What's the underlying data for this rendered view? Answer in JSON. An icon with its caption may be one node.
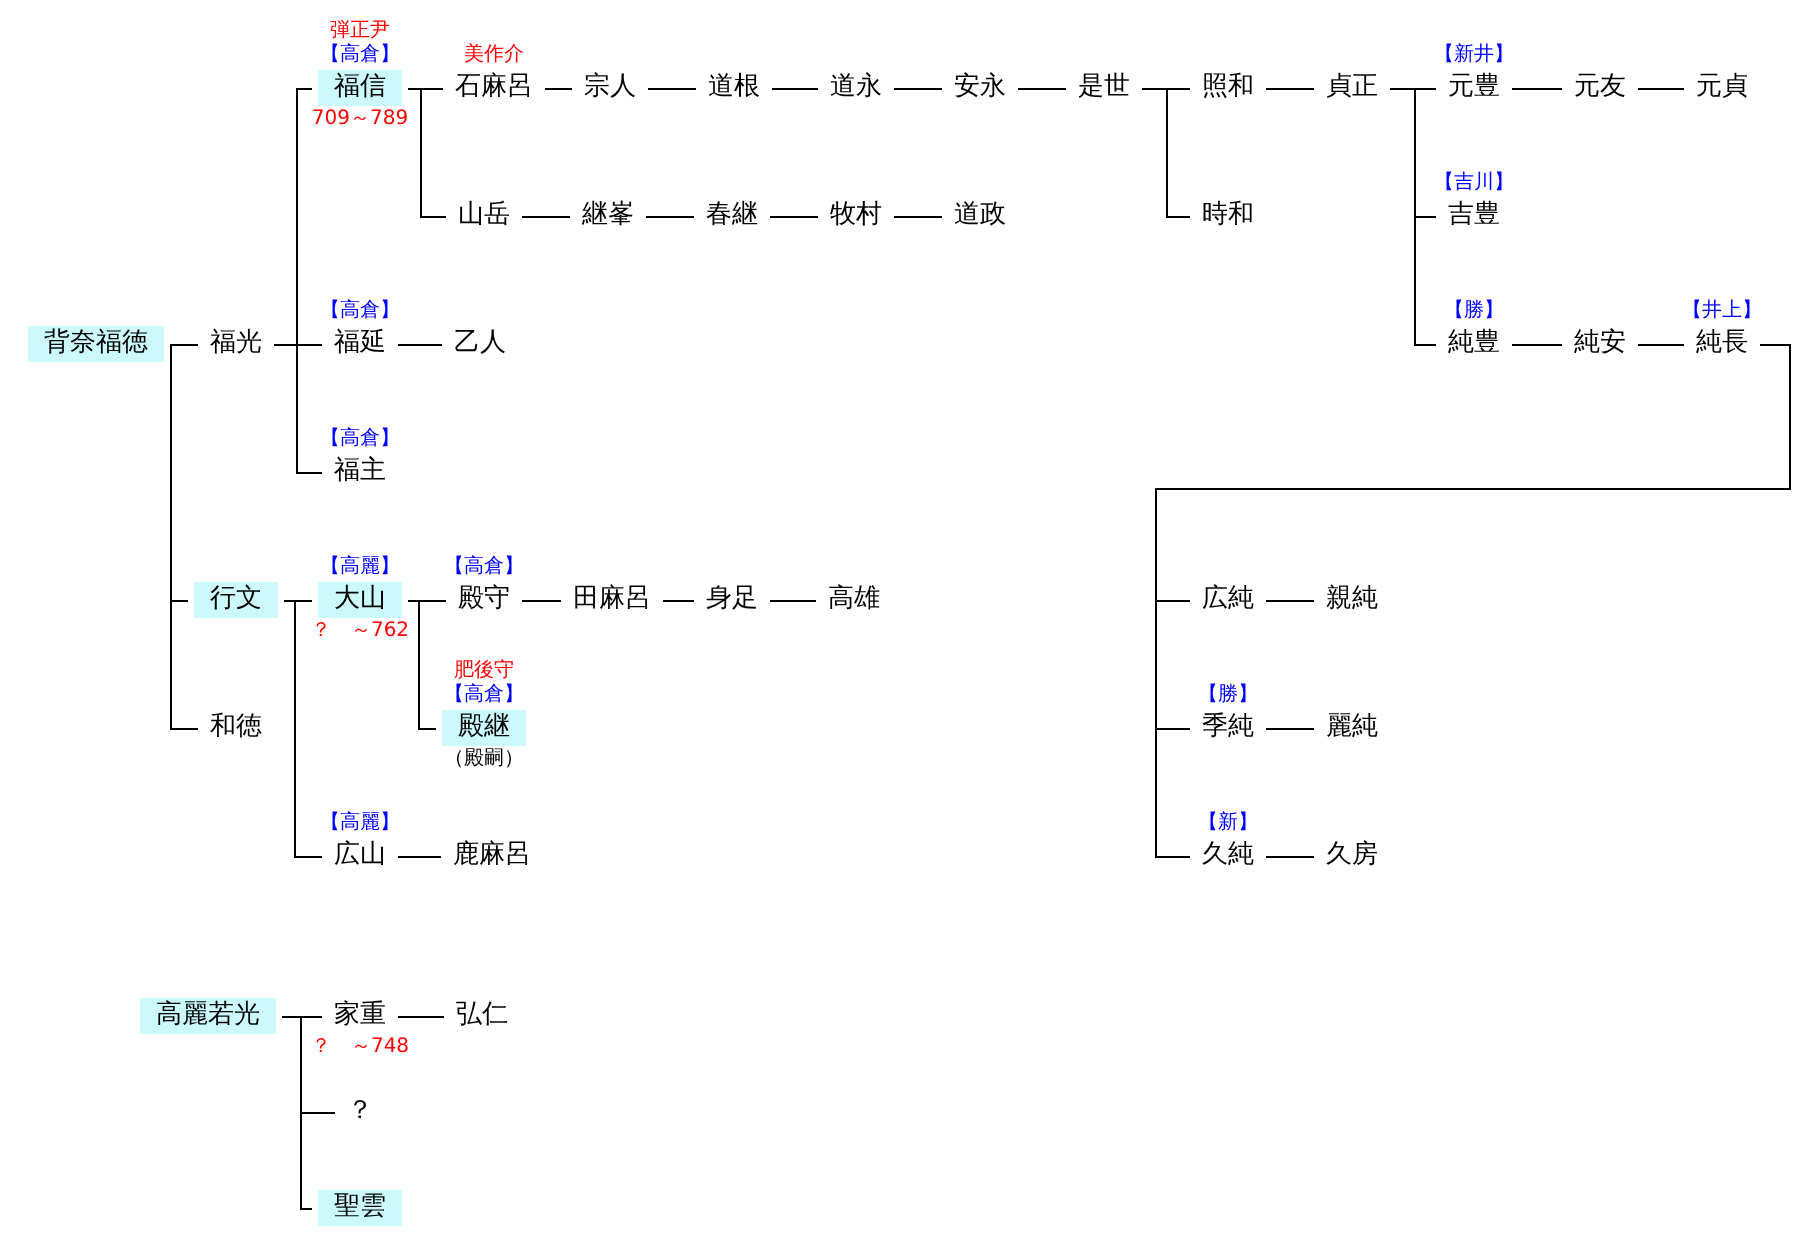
{
  "diagram": {
    "nodes": [
      {
        "text": [
          "背奈福徳"
        ]
      },
      {
        "text": [
          "福光"
        ]
      },
      {
        "text": [
          "福信"
        ],
        "beside": [
          "弾正尹",
          "【高倉】",
          "709～789"
        ]
      },
      {
        "text": [
          "石麻呂"
        ],
        "beside": [
          "美作介"
        ]
      },
      {
        "text": [
          "宗人"
        ]
      },
      {
        "text": [
          "道根"
        ]
      },
      {
        "text": [
          "道永"
        ]
      },
      {
        "text": [
          "安永"
        ]
      },
      {
        "text": [
          "是世"
        ]
      },
      {
        "text": [
          "照和"
        ]
      },
      {
        "text": [
          "時和"
        ]
      },
      {
        "text": [
          "貞正"
        ]
      },
      {
        "text": [
          "元豊"
        ],
        "beside": [
          "【新井】"
        ]
      },
      {
        "text": [
          "元友"
        ]
      },
      {
        "text": [
          "元貞"
        ]
      },
      {
        "text": [
          "山岳"
        ]
      },
      {
        "text": [
          "継峯"
        ]
      },
      {
        "text": [
          "春継"
        ]
      },
      {
        "text": [
          "牧村"
        ]
      },
      {
        "text": [
          "道政"
        ]
      },
      {
        "text": [
          "吉豊"
        ],
        "beside": [
          "【吉川】"
        ]
      },
      {
        "text": [
          "純豊"
        ],
        "beside": [
          "【勝】"
        ]
      },
      {
        "text": [
          "純安"
        ]
      },
      {
        "text": [
          "純長"
        ],
        "beside": [
          "【井上】"
        ]
      },
      {
        "text": [
          "福延"
        ],
        "beside": [
          "【高倉】"
        ]
      },
      {
        "text": [
          "乙人"
        ]
      },
      {
        "text": [
          "福主"
        ],
        "beside": [
          "【高倉】"
        ]
      },
      {
        "text": [
          "行文"
        ]
      },
      {
        "text": [
          "大山"
        ],
        "beside": [
          "【高麗】",
          "？　～762"
        ]
      },
      {
        "text": [
          "殿守"
        ],
        "beside": [
          "【高倉】"
        ]
      },
      {
        "text": [
          "田麻呂"
        ]
      },
      {
        "text": [
          "身足"
        ]
      },
      {
        "text": [
          "高雄"
        ]
      },
      {
        "text": [
          "殿継"
        ],
        "beside": [
          "肥後守",
          "【高倉】",
          "（殿嗣）"
        ]
      },
      {
        "text": [
          "広山"
        ],
        "beside": [
          "【高麗】"
        ]
      },
      {
        "text": [
          "鹿麻呂"
        ]
      },
      {
        "text": [
          "和徳"
        ]
      },
      {
        "text": [
          "広純"
        ]
      },
      {
        "text": [
          "親純"
        ]
      },
      {
        "text": [
          "季純"
        ],
        "beside": [
          "【勝】"
        ]
      },
      {
        "text": [
          "麗純"
        ]
      },
      {
        "text": [
          "久純"
        ],
        "beside": [
          "【新】"
        ]
      },
      {
        "text": [
          "久房"
        ]
      },
      {
        "text": [
          "高麗若光"
        ]
      },
      {
        "text": [
          "家重"
        ],
        "beside": [
          "？　～748"
        ]
      },
      {
        "text": [
          "弘仁"
        ]
      },
      {
        "text": [
          "？"
        ]
      },
      {
        "text": [
          "聖雲"
        ]
      }
    ],
    "edges": [
      {
        "from": 0,
        "to": 1,
        "arrow": "none"
      },
      {
        "from": 0,
        "to": 27,
        "arrow": "none"
      },
      {
        "from": 0,
        "to": 36,
        "arrow": "none"
      },
      {
        "from": 1,
        "to": 2,
        "arrow": "none"
      },
      {
        "from": 1,
        "to": 24,
        "arrow": "none"
      },
      {
        "from": 1,
        "to": 26,
        "arrow": "none"
      },
      {
        "from": 2,
        "to": 3,
        "arrow": "none"
      },
      {
        "from": 2,
        "to": 15,
        "arrow": "none"
      },
      {
        "from": 3,
        "to": 4,
        "arrow": "none"
      },
      {
        "from": 4,
        "to": 5,
        "arrow": "none"
      },
      {
        "from": 5,
        "to": 6,
        "arrow": "none"
      },
      {
        "from": 6,
        "to": 7,
        "arrow": "none"
      },
      {
        "from": 7,
        "to": 8,
        "arrow": "none"
      },
      {
        "from": 8,
        "to": 9,
        "arrow": "none"
      },
      {
        "from": 8,
        "to": 10,
        "arrow": "none"
      },
      {
        "from": 9,
        "to": 11,
        "arrow": "none"
      },
      {
        "from": 11,
        "to": 12,
        "arrow": "none"
      },
      {
        "from": 11,
        "to": 20,
        "arrow": "none"
      },
      {
        "from": 11,
        "to": 21,
        "arrow": "none"
      },
      {
        "from": 12,
        "to": 13,
        "arrow": "none"
      },
      {
        "from": 13,
        "to": 14,
        "arrow": "none"
      },
      {
        "from": 15,
        "to": 16,
        "arrow": "none"
      },
      {
        "from": 16,
        "to": 17,
        "arrow": "none"
      },
      {
        "from": 17,
        "to": 18,
        "arrow": "none"
      },
      {
        "from": 18,
        "to": 19,
        "arrow": "none"
      },
      {
        "from": 21,
        "to": 22,
        "arrow": "none"
      },
      {
        "from": 22,
        "to": 23,
        "arrow": "none"
      },
      {
        "from": 23,
        "to": 37,
        "arrow": "none"
      },
      {
        "from": 23,
        "to": 39,
        "arrow": "none"
      },
      {
        "from": 23,
        "to": 41,
        "arrow": "none"
      },
      {
        "from": 37,
        "to": 38,
        "arrow": "none"
      },
      {
        "from": 39,
        "to": 40,
        "arrow": "none"
      },
      {
        "from": 41,
        "to": 42,
        "arrow": "none"
      },
      {
        "from": 24,
        "to": 25,
        "arrow": "none"
      },
      {
        "from": 27,
        "to": 28,
        "arrow": "none"
      },
      {
        "from": 27,
        "to": 34,
        "arrow": "none"
      },
      {
        "from": 28,
        "to": 29,
        "arrow": "none"
      },
      {
        "from": 28,
        "to": 33,
        "arrow": "none"
      },
      {
        "from": 29,
        "to": 30,
        "arrow": "none"
      },
      {
        "from": 30,
        "to": 31,
        "arrow": "none"
      },
      {
        "from": 31,
        "to": 32,
        "arrow": "none"
      },
      {
        "from": 34,
        "to": 35,
        "arrow": "none"
      },
      {
        "from": 43,
        "to": 44,
        "arrow": "none"
      },
      {
        "from": 43,
        "to": 46,
        "arrow": "none"
      },
      {
        "from": 43,
        "to": 47,
        "arrow": "none"
      },
      {
        "from": 44,
        "to": 45,
        "arrow": "none"
      }
    ]
  }
}
